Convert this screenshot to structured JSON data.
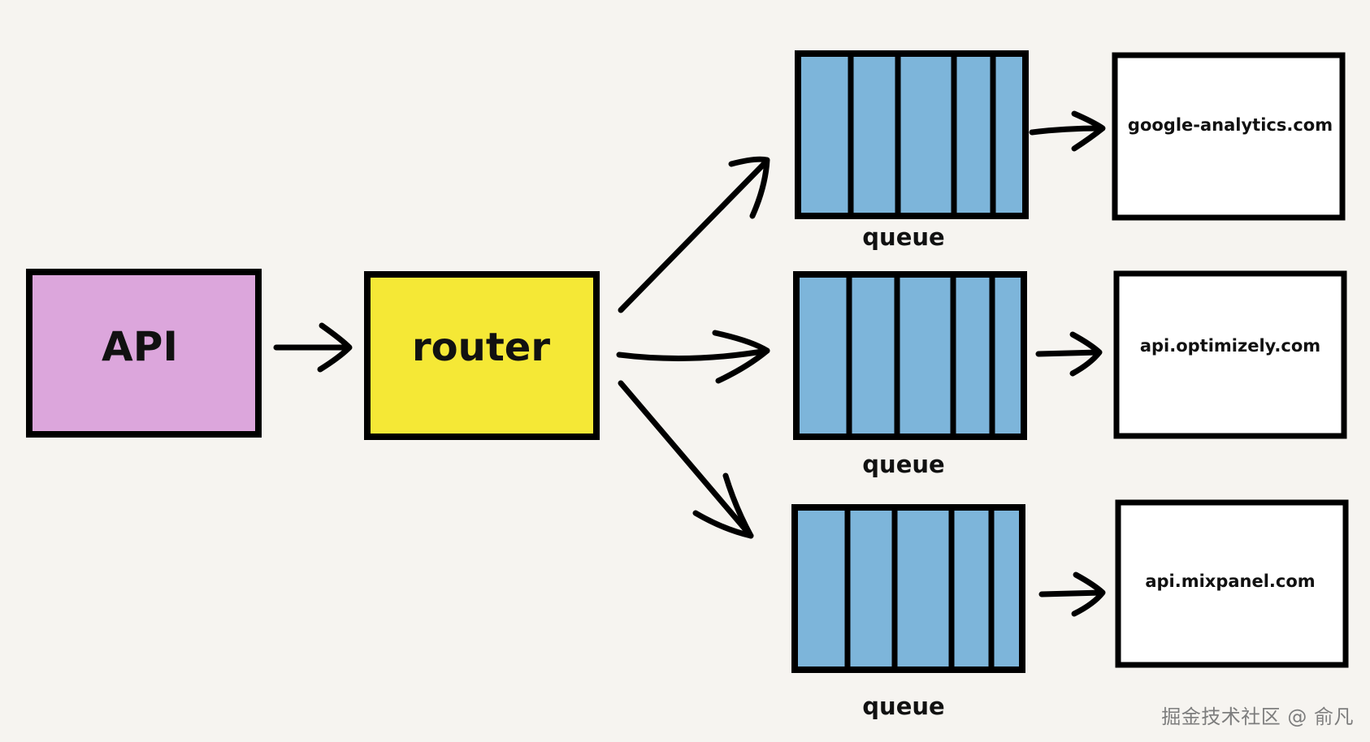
{
  "colors": {
    "background": "#f6f4f0",
    "api_fill": "#dca6dc",
    "router_fill": "#f5e836",
    "queue_fill": "#7db5da",
    "service_fill": "#ffffff",
    "outline": "#000000"
  },
  "nodes": {
    "api": {
      "label": "API"
    },
    "router": {
      "label": "router"
    },
    "queues": [
      {
        "label": "queue"
      },
      {
        "label": "queue"
      },
      {
        "label": "queue"
      }
    ],
    "services": [
      {
        "label": "google-analytics.com"
      },
      {
        "label": "api.optimizely.com"
      },
      {
        "label": "api.mixpanel.com"
      }
    ]
  },
  "watermark": "掘金技术社区 @ 俞凡"
}
